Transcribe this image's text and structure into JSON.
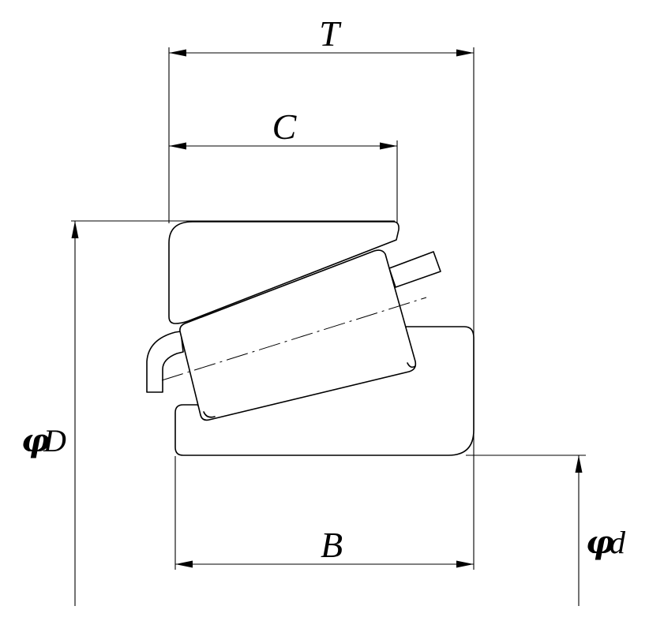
{
  "labels": {
    "T": "T",
    "C": "C",
    "B": "B",
    "D_prefix": "φ",
    "D": "D",
    "d_prefix": "φ",
    "d": "d"
  }
}
